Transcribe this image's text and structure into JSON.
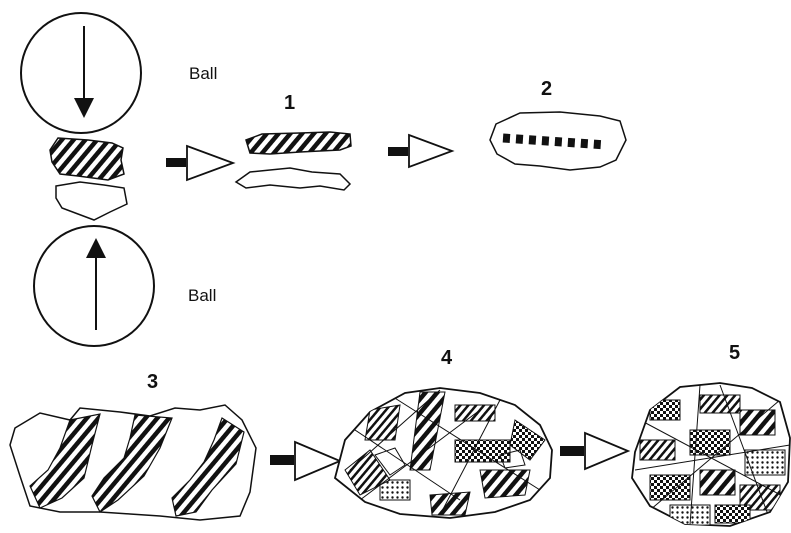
{
  "diagram": {
    "ball_labels": [
      "Ball",
      "Ball"
    ],
    "step_labels": [
      "1",
      "2",
      "3",
      "4",
      "5"
    ],
    "colors": {
      "ink": "#111111",
      "paper": "#ffffff"
    }
  }
}
